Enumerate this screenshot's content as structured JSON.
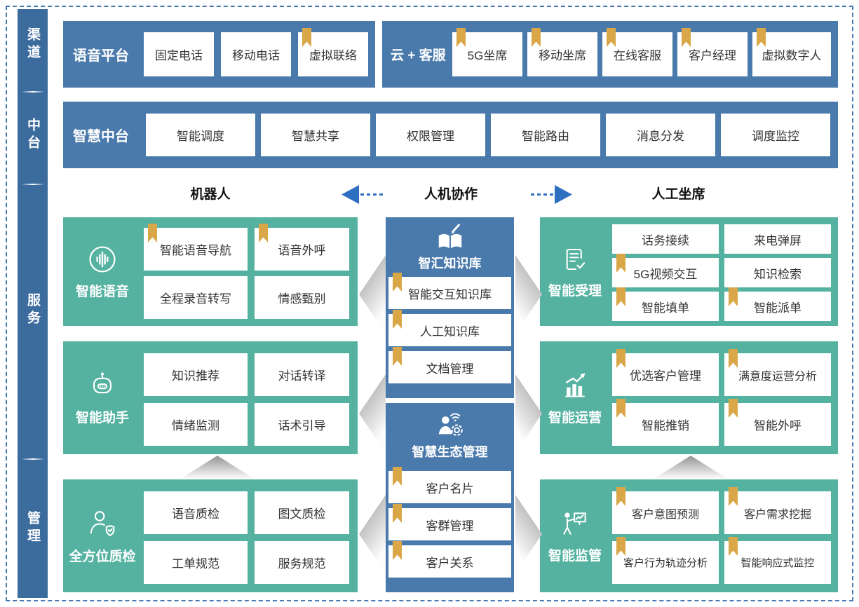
{
  "colors": {
    "sidebar_blue": "#3c6b9e",
    "panel_blue": "#4a7aab",
    "block_green": "#55b2a0",
    "bookmark_gold": "#d9a748",
    "arrow_blue": "#2f6fc1",
    "dashed_border_blue": "#4a7ab5",
    "box_text": "#333333"
  },
  "sidebar": {
    "items": [
      {
        "label": "渠道"
      },
      {
        "label": "中台"
      },
      {
        "label": "服务"
      },
      {
        "label": "管理"
      }
    ]
  },
  "top_row": {
    "voice_platform": {
      "title": "语音平台",
      "items": [
        {
          "label": "固定电话",
          "bookmark": false
        },
        {
          "label": "移动电话",
          "bookmark": false
        },
        {
          "label": "虚拟联络",
          "bookmark": true
        }
      ]
    },
    "cloud_service": {
      "title": "云 + 客服",
      "items": [
        {
          "label": "5G坐席",
          "bookmark": true
        },
        {
          "label": "移动坐席",
          "bookmark": true
        },
        {
          "label": "在线客服",
          "bookmark": true
        },
        {
          "label": "客户经理",
          "bookmark": true
        },
        {
          "label": "虚拟数字人",
          "bookmark": true
        }
      ]
    }
  },
  "middle_platform": {
    "title": "智慧中台",
    "items": [
      {
        "label": "智能调度"
      },
      {
        "label": "智慧共享"
      },
      {
        "label": "权限管理"
      },
      {
        "label": "智能路由"
      },
      {
        "label": "消息分发"
      },
      {
        "label": "调度监控"
      }
    ]
  },
  "collab_header": {
    "left": "机器人",
    "center": "人机协作",
    "right": "人工坐席"
  },
  "left_blocks": [
    {
      "title": "智能语音",
      "icon": "voice-wave-icon",
      "items": [
        {
          "label": "智能语音导航",
          "bookmark": true
        },
        {
          "label": "语音外呼",
          "bookmark": true
        },
        {
          "label": "全程录音转写",
          "bookmark": false
        },
        {
          "label": "情感甄别",
          "bookmark": false
        }
      ]
    },
    {
      "title": "智能助手",
      "icon": "robot-icon",
      "items": [
        {
          "label": "知识推荐",
          "bookmark": false
        },
        {
          "label": "对话转译",
          "bookmark": false
        },
        {
          "label": "情绪监测",
          "bookmark": false
        },
        {
          "label": "话术引导",
          "bookmark": false
        }
      ]
    },
    {
      "title": "全方位质检",
      "icon": "quality-inspector-icon",
      "items": [
        {
          "label": "语音质检",
          "bookmark": false
        },
        {
          "label": "图文质检",
          "bookmark": false
        },
        {
          "label": "工单规范",
          "bookmark": false
        },
        {
          "label": "服务规范",
          "bookmark": false
        }
      ]
    }
  ],
  "center_blocks": [
    {
      "title": "智汇知识库",
      "icon": "knowledge-book-icon",
      "items": [
        {
          "label": "智能交互知识库",
          "bookmark": true
        },
        {
          "label": "人工知识库",
          "bookmark": true
        },
        {
          "label": "文档管理",
          "bookmark": true
        }
      ]
    },
    {
      "title": "智慧生态管理",
      "icon": "ecosystem-person-icon",
      "items": [
        {
          "label": "客户名片",
          "bookmark": true
        },
        {
          "label": "客群管理",
          "bookmark": true
        },
        {
          "label": "客户关系",
          "bookmark": true
        }
      ]
    }
  ],
  "right_blocks": [
    {
      "title": "智能受理",
      "icon": "document-check-icon",
      "items": [
        {
          "label": "话务接续",
          "bookmark": false
        },
        {
          "label": "来电弹屏",
          "bookmark": false
        },
        {
          "label": "5G视频交互",
          "bookmark": true
        },
        {
          "label": "知识检索",
          "bookmark": false
        },
        {
          "label": "智能填单",
          "bookmark": true
        },
        {
          "label": "智能派单",
          "bookmark": true
        }
      ]
    },
    {
      "title": "智能运营",
      "icon": "chart-growth-icon",
      "items": [
        {
          "label": "优选客户管理",
          "bookmark": true
        },
        {
          "label": "满意度运营分析",
          "bookmark": true
        },
        {
          "label": "智能推销",
          "bookmark": true
        },
        {
          "label": "智能外呼",
          "bookmark": true
        }
      ]
    },
    {
      "title": "智能监管",
      "icon": "supervision-board-icon",
      "items": [
        {
          "label": "客户意图预测",
          "bookmark": true
        },
        {
          "label": "客户需求挖掘",
          "bookmark": true
        },
        {
          "label": "客户行为轨迹分析",
          "bookmark": true
        },
        {
          "label": "智能响应式监控",
          "bookmark": true
        }
      ]
    }
  ]
}
